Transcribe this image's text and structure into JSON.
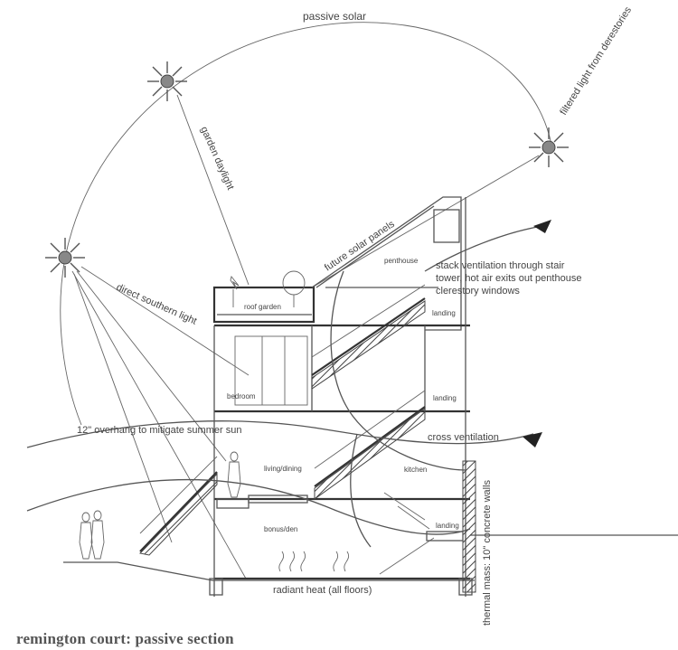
{
  "labels": {
    "passive_solar": "passive solar",
    "filtered_light": "filtered light from derestories",
    "garden_daylight": "garden daylight",
    "future_solar_panels": "future solar panels",
    "direct_southern_light": "direct southern light",
    "stack_ventilation_1": "stack ventilation through stair",
    "stack_ventilation_2": "tower, hot air exits out penthouse",
    "stack_ventilation_3": "clerestory windows",
    "penthouse": "penthouse",
    "roof_garden": "roof garden",
    "landing_top": "landing",
    "bedroom": "bedroom",
    "landing_mid": "landing",
    "overhang": "12\" overhang to mitigate summer sun",
    "cross_ventilation": "cross ventilation",
    "living_dining": "living/dining",
    "kitchen": "kitchen",
    "bonus_den": "bonus/den",
    "landing_low": "landing",
    "concrete_walls": "thermal mass: 10\" concrete walls",
    "radiant_heat": "radiant heat (all floors)"
  },
  "caption": "remington court: passive section"
}
